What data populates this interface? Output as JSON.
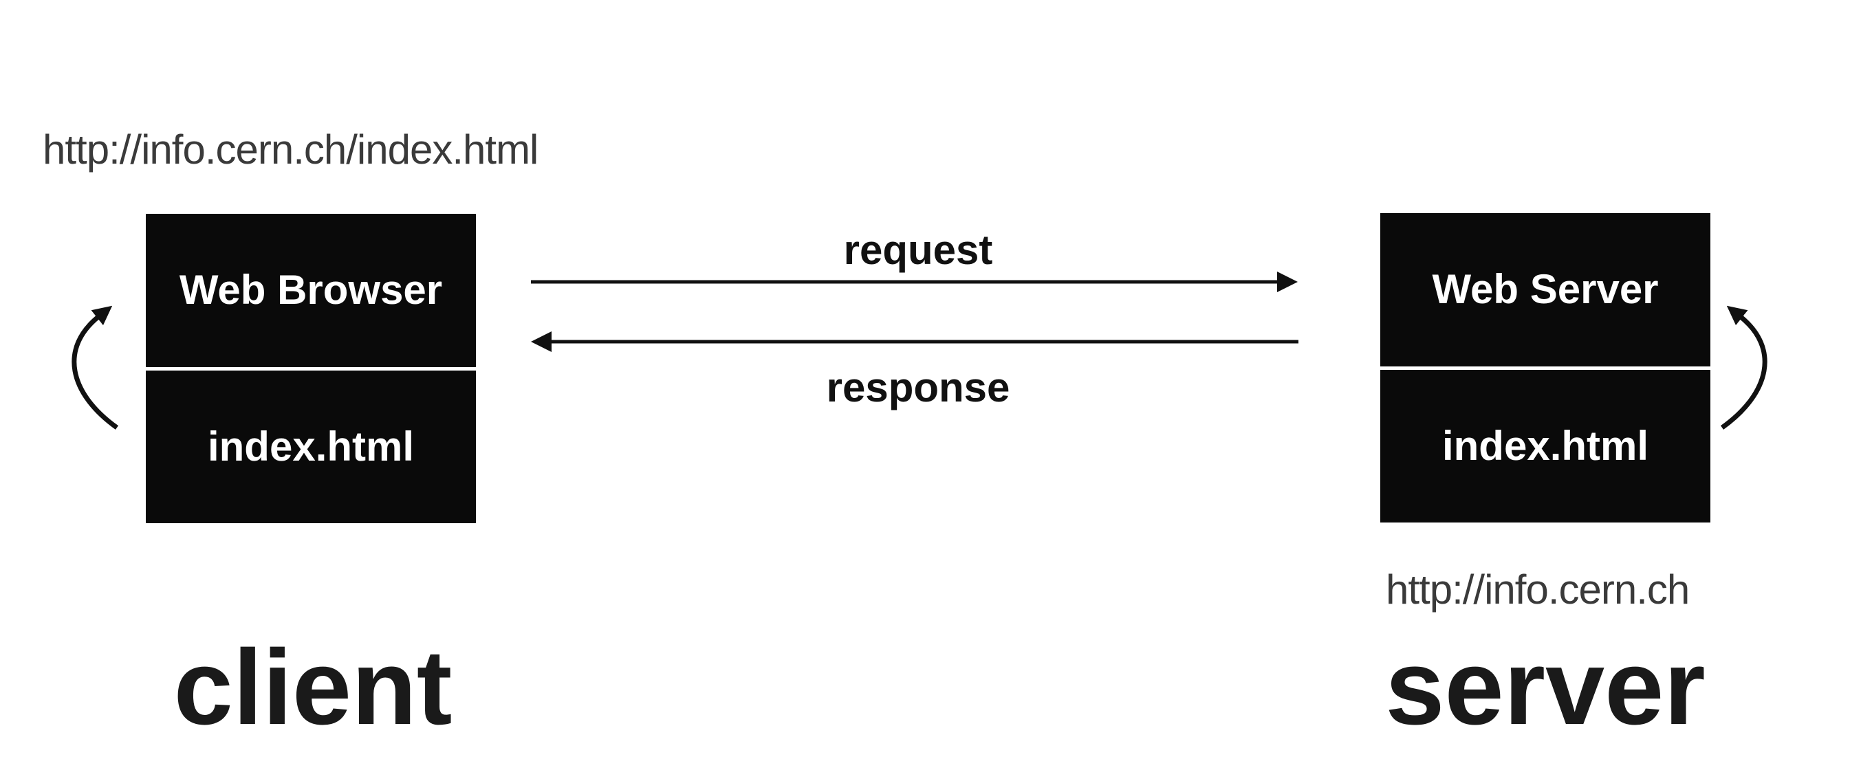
{
  "diagram_title": "client-server web request diagram",
  "client": {
    "url": "http://info.cern.ch/index.html",
    "box": {
      "title": "Web Browser",
      "file": "index.html"
    },
    "caption": "client"
  },
  "server": {
    "url": "http://info.cern.ch",
    "box": {
      "title": "Web Server",
      "file": "index.html"
    },
    "caption": "server"
  },
  "flows": {
    "request_label": "request",
    "response_label": "response"
  },
  "icons": {
    "client_cycle_arrow": "curved-up-right-arrow",
    "server_cycle_arrow": "curved-up-left-arrow",
    "request_arrow": "right-arrow",
    "response_arrow": "left-arrow"
  },
  "colors": {
    "page_bg": "#ffffff",
    "box_bg": "#0a0a0a",
    "box_text": "#ffffff",
    "divider": "#ffffff",
    "arrow": "#111111",
    "label_text": "#111111",
    "caption_text": "#1a1a1a",
    "url_text": "#3a3a3a"
  }
}
